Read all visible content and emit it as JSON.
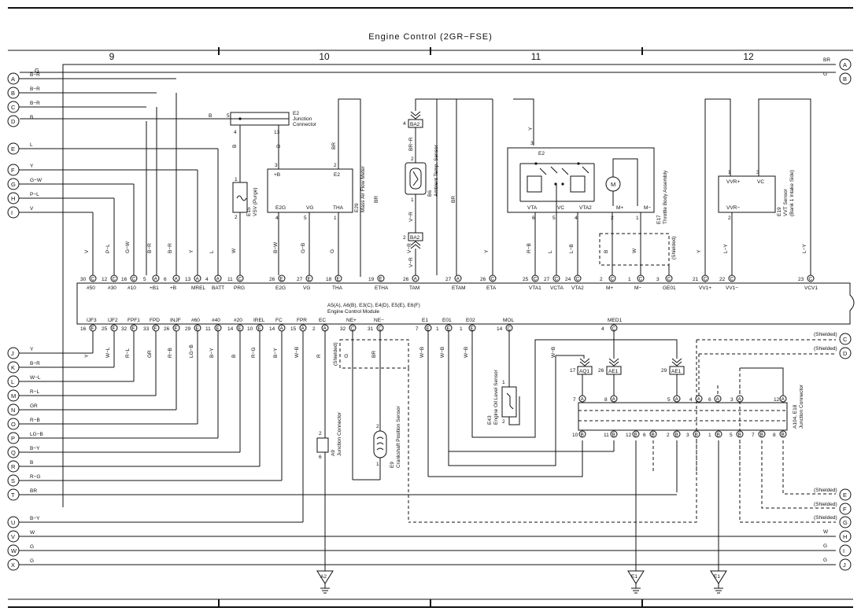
{
  "title": "Engine Control (2GR−FSE)",
  "sections": [
    "9",
    "10",
    "11",
    "12"
  ],
  "ecm": {
    "label_line1": "A5(A), A6(B), E3(C), E4(D), E5(E), E6(F)",
    "label_line2": "Engine Control Module",
    "top_pins": [
      {
        "num": "30",
        "conn": "C",
        "name": "#50"
      },
      {
        "num": "12",
        "conn": "C",
        "name": "#30"
      },
      {
        "num": "16",
        "conn": "C",
        "name": "#10"
      },
      {
        "num": "5",
        "conn": "A",
        "name": "+B1"
      },
      {
        "num": "6",
        "conn": "A",
        "name": "+B"
      },
      {
        "num": "13",
        "conn": "A",
        "name": "MREL"
      },
      {
        "num": "4",
        "conn": "A",
        "name": "BATT"
      },
      {
        "num": "11",
        "conn": "C",
        "name": "PRG"
      },
      {
        "num": "26",
        "conn": "E",
        "name": "E2G"
      },
      {
        "num": "27",
        "conn": "E",
        "name": "VG"
      },
      {
        "num": "18",
        "conn": "E",
        "name": "THA"
      },
      {
        "num": "19",
        "conn": "E",
        "name": "ETHA"
      },
      {
        "num": "26",
        "conn": "A",
        "name": "TAM"
      },
      {
        "num": "27",
        "conn": "A",
        "name": "ETAM"
      },
      {
        "num": "26",
        "conn": "C",
        "name": "ETA"
      },
      {
        "num": "25",
        "conn": "C",
        "name": "VTA1"
      },
      {
        "num": "27",
        "conn": "C",
        "name": "VCTA"
      },
      {
        "num": "24",
        "conn": "C",
        "name": "VTA2"
      },
      {
        "num": "2",
        "conn": "C",
        "name": "M+"
      },
      {
        "num": "1",
        "conn": "C",
        "name": "M−"
      },
      {
        "num": "3",
        "conn": "C",
        "name": "GE01"
      },
      {
        "num": "21",
        "conn": "C",
        "name": "VV1+"
      },
      {
        "num": "22",
        "conn": "C",
        "name": "VV1−"
      },
      {
        "num": "23",
        "conn": "C",
        "name": "VCV1"
      }
    ],
    "bottom_pins": [
      {
        "num": "16",
        "conn": "F",
        "name": "IJF3"
      },
      {
        "num": "25",
        "conn": "F",
        "name": "IJF2"
      },
      {
        "num": "32",
        "conn": "F",
        "name": "FPF1"
      },
      {
        "num": "33",
        "conn": "F",
        "name": "FPD"
      },
      {
        "num": "26",
        "conn": "F",
        "name": "INJF"
      },
      {
        "num": "29",
        "conn": "E",
        "name": "#60"
      },
      {
        "num": "11",
        "conn": "E",
        "name": "#40"
      },
      {
        "num": "14",
        "conn": "E",
        "name": "#20"
      },
      {
        "num": "10",
        "conn": "E",
        "name": "IREL"
      },
      {
        "num": "14",
        "conn": "A",
        "name": "FC"
      },
      {
        "num": "15",
        "conn": "A",
        "name": "FPR"
      },
      {
        "num": "2",
        "conn": "A",
        "name": "EC"
      },
      {
        "num": "32",
        "conn": "C",
        "name": "NE+"
      },
      {
        "num": "31",
        "conn": "C",
        "name": "NE−"
      },
      {
        "num": "7",
        "conn": "E",
        "name": "E1"
      },
      {
        "num": "1",
        "conn": "E",
        "name": "E01"
      },
      {
        "num": "1",
        "conn": "E",
        "name": "E02"
      },
      {
        "num": "14",
        "conn": "C",
        "name": "MOL"
      },
      {
        "num": "4",
        "conn": "C",
        "name": "MED1"
      }
    ]
  },
  "top_wire_colors": [
    "V",
    "P−L",
    "G−W",
    "B−R",
    "B−R",
    "Y",
    "L",
    "W",
    "B−W",
    "G−B",
    "G",
    "BR",
    "V−R",
    "BR",
    "Y",
    "R−B",
    "L",
    "L−B",
    "B",
    "W",
    "Y",
    "L−Y",
    "L−Y"
  ],
  "bottom_wire_colors": [
    "Y",
    "W−L",
    "R−L",
    "GR",
    "R−B",
    "LG−B",
    "B−Y",
    "B",
    "R−G",
    "B−Y",
    "W−B",
    "R",
    "G",
    "BR",
    "W−B",
    "W−B",
    "W−B",
    "W−B"
  ],
  "left_refs": [
    {
      "letter": "A",
      "color": "B−R"
    },
    {
      "letter": "B",
      "color": "B−R"
    },
    {
      "letter": "C",
      "color": "B−R"
    },
    {
      "letter": "D",
      "color": "B"
    },
    {
      "letter": "E",
      "color": "L"
    },
    {
      "letter": "F",
      "color": "Y"
    },
    {
      "letter": "G",
      "color": "G−W"
    },
    {
      "letter": "H",
      "color": "P−L"
    },
    {
      "letter": "I",
      "color": "V"
    },
    {
      "letter": "J",
      "color": "Y"
    },
    {
      "letter": "K",
      "color": "B−R"
    },
    {
      "letter": "L",
      "color": "W−L"
    },
    {
      "letter": "M",
      "color": "R−L"
    },
    {
      "letter": "N",
      "color": "GR"
    },
    {
      "letter": "O",
      "color": "R−B"
    },
    {
      "letter": "P",
      "color": "LG−B"
    },
    {
      "letter": "Q",
      "color": "B−Y"
    },
    {
      "letter": "R",
      "color": "B"
    },
    {
      "letter": "S",
      "color": "R−G"
    },
    {
      "letter": "T",
      "color": "BR"
    },
    {
      "letter": "U",
      "color": "B−Y"
    },
    {
      "letter": "V",
      "color": "W"
    },
    {
      "letter": "W",
      "color": "G"
    },
    {
      "letter": "X",
      "color": "G"
    }
  ],
  "top_left_g": "G",
  "right_refs": [
    {
      "letter": "A",
      "label": "BR"
    },
    {
      "letter": "B",
      "label": "G"
    },
    {
      "letter": "C",
      "label": "(Shielded)"
    },
    {
      "letter": "D",
      "label": "(Shielded)"
    },
    {
      "letter": "E",
      "label": "(Shielded)"
    },
    {
      "letter": "F",
      "label": "(Shielded)"
    },
    {
      "letter": "G",
      "label": "(Shielded)"
    },
    {
      "letter": "H",
      "label": "W"
    },
    {
      "letter": "I",
      "label": "G"
    },
    {
      "letter": "J",
      "label": "G"
    }
  ],
  "components": {
    "e2_junction": {
      "name": "E2",
      "line2": "Junction",
      "line3": "Connector",
      "pin5": "5",
      "pin4": "4",
      "pin13": "13",
      "wire_b": "B",
      "wire_b2": "B",
      "wire_b3": "B"
    },
    "e15": {
      "code": "E15",
      "name": "VSV (Purge)",
      "pin1": "1",
      "pin2": "2"
    },
    "e29": {
      "code": "E29",
      "name": "Mass Air Flow Meter",
      "pin_b": "+B",
      "pin_e2": "E2",
      "pin_e2g": "E2G",
      "pin_vg": "VG",
      "pin_tha": "THA",
      "n3": "3",
      "n2": "2",
      "n4": "4",
      "n5": "5",
      "n1": "1",
      "wire_br": "BR",
      "wire_br2": "BR"
    },
    "b6": {
      "code": "B6",
      "name": "Ambient Temp. Sensor",
      "ba2_top": "BA2",
      "ba2_bot": "BA2",
      "n4": "4",
      "n2a": "2",
      "n1": "1",
      "n2b": "2",
      "wire_br_r": "BR−R",
      "wire_v_r": "V−R",
      "wire_v_r2": "V−R",
      "wire_br": "BR"
    },
    "e17": {
      "code": "E17",
      "name": "Throttle Body Assembly",
      "sub": "E2",
      "vta": "VTA",
      "vc": "VC",
      "vta2": "VTA2",
      "mp": "M+",
      "mm": "M−",
      "motor": "M",
      "n3": "3",
      "n6": "6",
      "n5": "5",
      "n4": "4",
      "n2": "2",
      "n1": "1",
      "wire_y": "Y"
    },
    "e19": {
      "code": "E19",
      "name": "VVT Sensor",
      "sub": "(Bank 1 Intake Side)",
      "vvrp": "VVR+",
      "vc": "VC",
      "vvrm": "VVR−",
      "n1": "1",
      "n3": "3",
      "n2": "2"
    },
    "shielded": "(Shielded)",
    "a9": {
      "code": "A9",
      "name": "Junction Connector",
      "n2": "2",
      "n6": "6"
    },
    "e9": {
      "code": "E9",
      "name": "Crankshaft Position Sensor",
      "n2": "2",
      "n1": "1"
    },
    "e43": {
      "code": "E43",
      "name": "Engine Oil Level Sensor",
      "n1": "1",
      "n2": "2"
    },
    "a104": {
      "code": "A104, E18",
      "name": "Junction Connector"
    },
    "aq1": {
      "pin": "17",
      "label": "AQ1"
    },
    "ae1": {
      "pin": "26",
      "label": "AE1"
    },
    "ae1b": {
      "pin": "29",
      "label": "AE1"
    }
  },
  "grounds": [
    "A2",
    "E1",
    "E1"
  ]
}
